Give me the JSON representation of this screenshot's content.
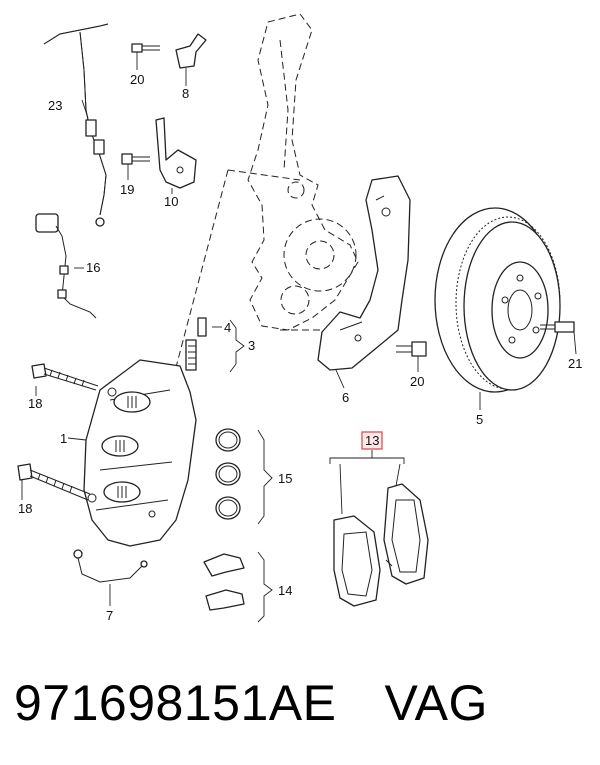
{
  "diagram": {
    "labels": {
      "p1": "1",
      "p3": "3",
      "p4": "4",
      "p5": "5",
      "p6": "6",
      "p7": "7",
      "p8": "8",
      "p10": "10",
      "p13": "13",
      "p14": "14",
      "p15": "15",
      "p16": "16",
      "p18a": "18",
      "p18b": "18",
      "p19": "19",
      "p20a": "20",
      "p20b": "20",
      "p21": "21",
      "p23": "23"
    },
    "highlight_color": "#d9534f"
  },
  "footer": {
    "part_number": "971698151AE",
    "brand": "VAG"
  }
}
